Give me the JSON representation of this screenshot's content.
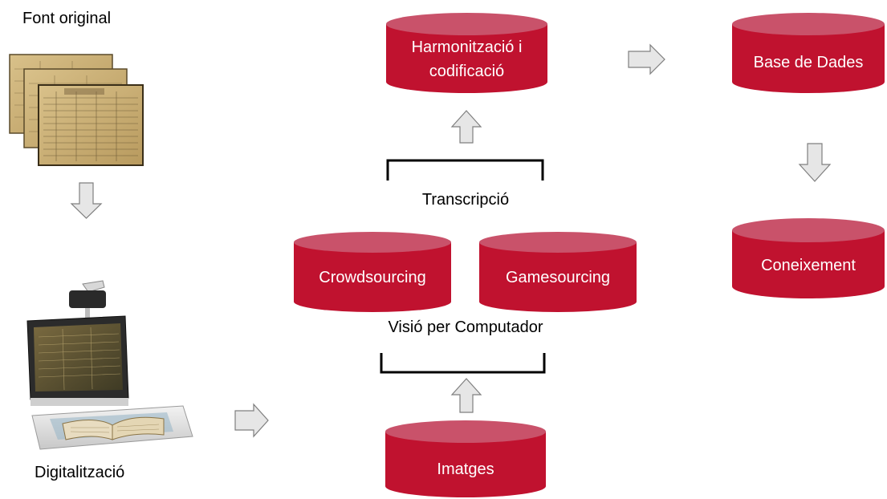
{
  "labels": {
    "font_original": "Font original",
    "digitalitzacio": "Digitalització",
    "transcripcio": "Transcripció",
    "visio": "Visió per Computador"
  },
  "cylinders": {
    "harmonitzacio": "Harmonització i codificació",
    "base_dades": "Base de Dades",
    "crowdsourcing": "Crowdsourcing",
    "gamesourcing": "Gamesourcing",
    "coneixement": "Coneixement",
    "imatges": "Imatges"
  },
  "colors": {
    "cylinder_fill": "#c0122f",
    "cylinder_top": "#c9526a",
    "cylinder_stroke": "#8a0c22",
    "arrow_fill": "#e6e6e6",
    "arrow_stroke": "#7f7f7f"
  }
}
